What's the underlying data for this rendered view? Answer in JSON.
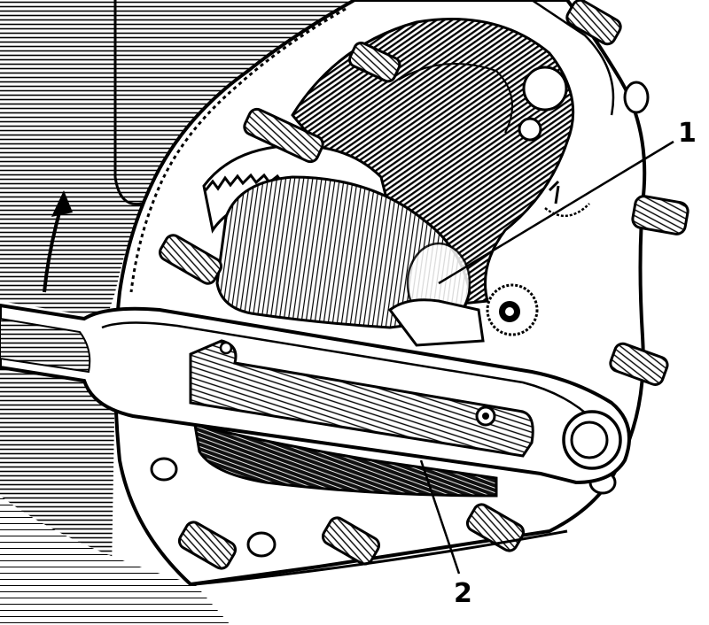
{
  "figure": {
    "callouts": [
      {
        "id": "1",
        "label": "1"
      },
      {
        "id": "2",
        "label": "2"
      }
    ]
  },
  "colors": {
    "ink": "#000000",
    "paper": "#ffffff"
  }
}
